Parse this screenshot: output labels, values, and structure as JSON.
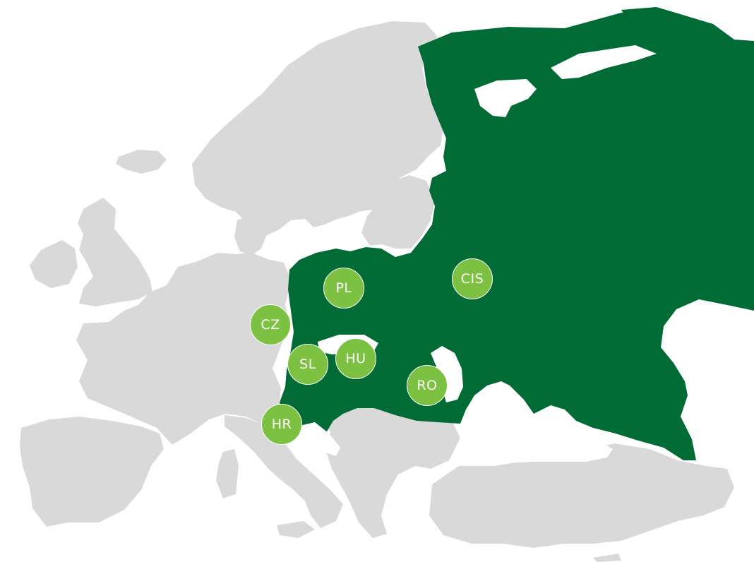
{
  "colors": {
    "background": "#ffffff",
    "land_other": "#d9d9d9",
    "land_highlight": "#006b35",
    "marker_fill": "#7dc142",
    "marker_text": "#ffffff",
    "marker_border": "#ffffff"
  },
  "markers": [
    {
      "id": "pl",
      "label": "PL"
    },
    {
      "id": "cis",
      "label": "CIS"
    },
    {
      "id": "cz",
      "label": "CZ"
    },
    {
      "id": "sl",
      "label": "SL"
    },
    {
      "id": "hu",
      "label": "HU"
    },
    {
      "id": "ro",
      "label": "RO"
    },
    {
      "id": "hr",
      "label": "HR"
    }
  ]
}
